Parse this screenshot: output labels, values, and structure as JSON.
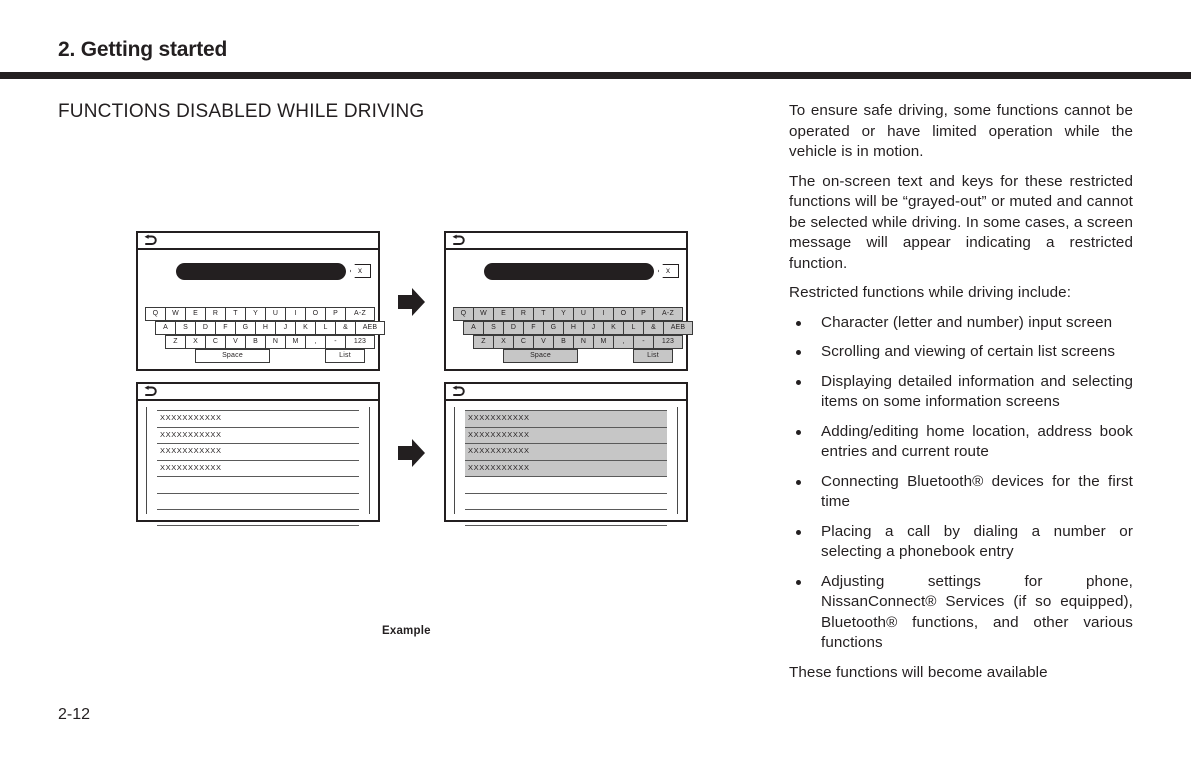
{
  "page": {
    "chapter_title": "2. Getting started",
    "section_title": "FUNCTIONS DISABLED WHILE DRIVING",
    "page_number": "2-12",
    "figure_caption": "Example"
  },
  "body_text": {
    "para1": "To ensure safe driving, some functions cannot be operated or have limited operation while the vehicle is in motion.",
    "para2": "The on-screen text and keys for these restricted functions will be “grayed-out” or muted and cannot be selected while driving. In some cases, a screen message will appear indicating a restricted function.",
    "para3": "Restricted functions while driving include:",
    "bullets": [
      "Character (letter and number) input screen",
      "Scrolling and viewing of certain list screens",
      "Displaying detailed information and selecting items on some information screens",
      "Adding/editing home location, address book entries and current route",
      "Connecting Bluetooth® devices for the first time",
      "Placing a call by dialing a number or selecting a phonebook entry",
      "Adjusting settings for phone, NissanConnect® Services (if so equipped), Bluetooth® functions, and other various functions"
    ],
    "para4": "These functions will become available"
  },
  "figure": {
    "arrow_icon": "right-arrow-icon",
    "back_icon": "back-arrow-icon",
    "backspace_label": "x",
    "keyboard": {
      "row1": [
        {
          "label": "Q",
          "w": 21
        },
        {
          "label": "W",
          "w": 21
        },
        {
          "label": "E",
          "w": 21
        },
        {
          "label": "R",
          "w": 21
        },
        {
          "label": "T",
          "w": 21
        },
        {
          "label": "Y",
          "w": 21
        },
        {
          "label": "U",
          "w": 21
        },
        {
          "label": "I",
          "w": 21
        },
        {
          "label": "O",
          "w": 21
        },
        {
          "label": "P",
          "w": 21
        },
        {
          "label": "A-Z",
          "w": 30
        }
      ],
      "row2": [
        {
          "label": "A",
          "w": 21
        },
        {
          "label": "S",
          "w": 21
        },
        {
          "label": "D",
          "w": 21
        },
        {
          "label": "F",
          "w": 21
        },
        {
          "label": "G",
          "w": 21
        },
        {
          "label": "H",
          "w": 21
        },
        {
          "label": "J",
          "w": 21
        },
        {
          "label": "K",
          "w": 21
        },
        {
          "label": "L",
          "w": 21
        },
        {
          "label": "&",
          "w": 21
        },
        {
          "label": "AEB",
          "w": 30
        }
      ],
      "row3": [
        {
          "label": "Z",
          "w": 21
        },
        {
          "label": "X",
          "w": 21
        },
        {
          "label": "C",
          "w": 21
        },
        {
          "label": "V",
          "w": 21
        },
        {
          "label": "B",
          "w": 21
        },
        {
          "label": "N",
          "w": 21
        },
        {
          "label": "M",
          "w": 21
        },
        {
          "label": ",",
          "w": 21
        },
        {
          "label": "-",
          "w": 21
        },
        {
          "label": "123",
          "w": 30
        }
      ],
      "row4": [
        {
          "label": "Space",
          "w": 75
        },
        {
          "label": "List",
          "w": 40
        }
      ]
    },
    "list_rows": [
      "XXXXXXXXXXX",
      "XXXXXXXXXXX",
      "XXXXXXXXXXX",
      "XXXXXXXXXXX",
      "",
      "",
      ""
    ]
  }
}
